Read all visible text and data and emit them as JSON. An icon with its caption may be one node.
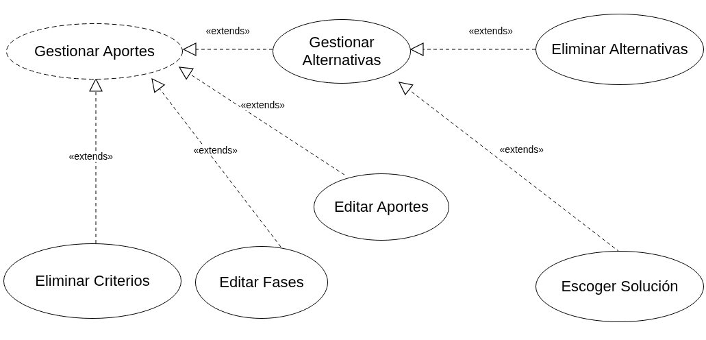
{
  "diagram": {
    "nodes": [
      {
        "text": [
          "Gestionar Aportes"
        ]
      },
      {
        "text": [
          "Gestionar Alternativas"
        ]
      },
      {
        "text": [
          "Eliminar Alternativas"
        ]
      },
      {
        "text": [
          "Editar Aportes"
        ]
      },
      {
        "text": [
          "Eliminar Criterios"
        ]
      },
      {
        "text": [
          "Editar Fases"
        ]
      },
      {
        "text": [
          "Escoger Solución"
        ]
      }
    ],
    "edges": [
      {
        "from": 1,
        "to": 0,
        "arrow": "to",
        "label": "«extends»",
        "style": "dashed"
      },
      {
        "from": 2,
        "to": 1,
        "arrow": "to",
        "label": "«extends»",
        "style": "dashed"
      },
      {
        "from": 3,
        "to": 0,
        "arrow": "to",
        "label": "«extends»",
        "style": "dashed"
      },
      {
        "from": 5,
        "to": 0,
        "arrow": "to",
        "label": "«extends»",
        "style": "dashed"
      },
      {
        "from": 4,
        "to": 0,
        "arrow": "to",
        "label": "«extends»",
        "style": "dashed"
      },
      {
        "from": 6,
        "to": 1,
        "arrow": "to",
        "label": "«extends»",
        "style": "dashed"
      }
    ]
  }
}
